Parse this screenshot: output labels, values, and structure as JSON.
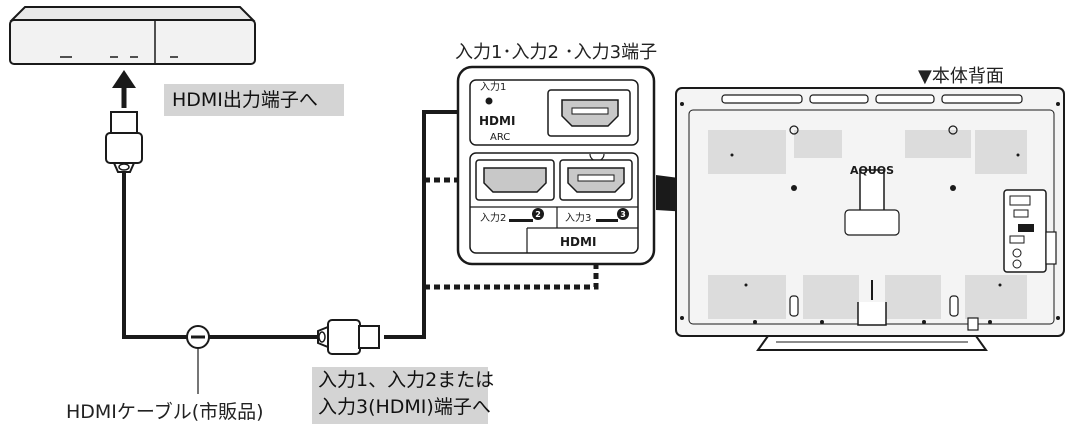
{
  "labels": {
    "terminal_heading": "入力1･入力2 ･入力3端子",
    "back_view": "▼本体背面",
    "hdmi_out": "HDMI出力端子へ",
    "cable": "HDMIケーブル(市販品)",
    "input_line1": "入力1、入力2または",
    "input_line2": "入力3(HDMI)端子へ",
    "tv_brand": "AQUOS"
  },
  "panel": {
    "input1": "入力1",
    "input1_num": "1",
    "hdmi_logo_top": "HDMI",
    "arc": "ARC",
    "input2": "入力2",
    "input2_num": "2",
    "input3": "入力3",
    "input3_num": "3",
    "hdmi_logo_bottom": "HDMI"
  },
  "colors": {
    "line": "#1a1a1a",
    "callout_bg": "#d4d4d4",
    "device_fill": "#f2f2f2",
    "port_fill": "#c8c8c8",
    "tv_fill": "#f4f4f4",
    "tv_vent": "#dcdcdc"
  }
}
